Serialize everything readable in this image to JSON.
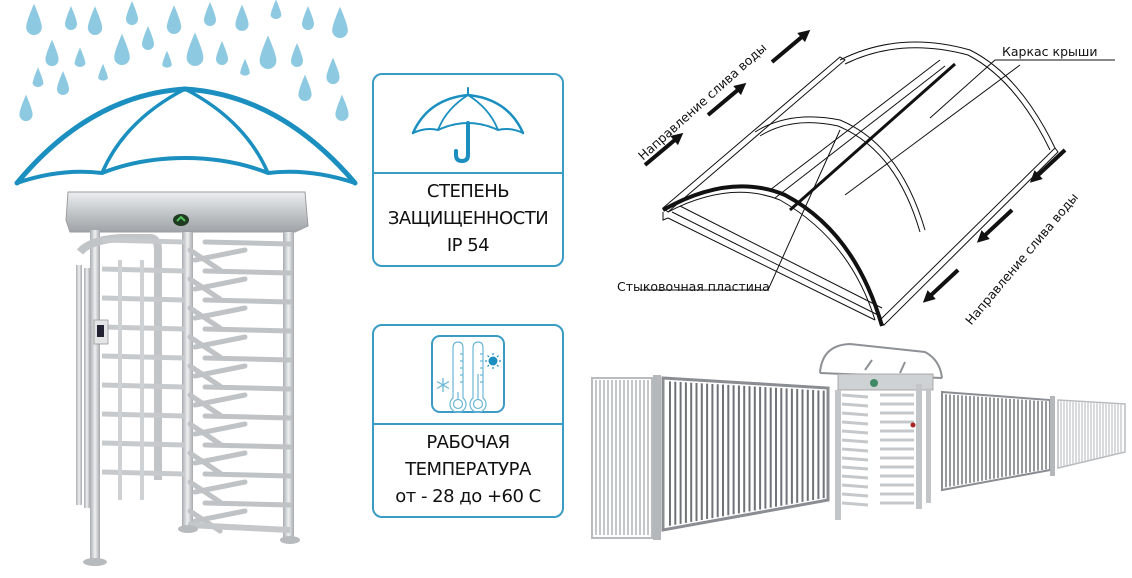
{
  "colors": {
    "accent_blue": "#1a8fc0",
    "card_border": "#3a9cc4",
    "rain_drop": "#8ec9e2",
    "steel": "#c9cccf",
    "line": "#111111"
  },
  "rain_umbrella_illustration": {
    "icon": "umbrella-icon",
    "drops_icon": "raindrop-icon"
  },
  "turnstile_photo": {
    "description": "full-height turnstile",
    "indicator_icon": "green-arrow-indicator-icon"
  },
  "cards": {
    "protection": {
      "icon": "umbrella-icon",
      "lines": [
        "СТЕПЕНЬ",
        "ЗАЩИЩЕННОСТИ",
        "IP 54"
      ]
    },
    "temperature": {
      "icon": "thermometers-icon",
      "sub_icons": [
        "snowflake-icon",
        "sun-icon"
      ],
      "lines": [
        "РАБОЧАЯ",
        "ТЕМПЕРАТУРА",
        "от - 28 до +60  С"
      ]
    }
  },
  "roof_diagram": {
    "labels": {
      "frame": "Каркас крыши",
      "joint_plate": "Стыковочная пластина",
      "drain_direction_left": "Направление слива воды",
      "drain_direction_right": "Направление слива воды"
    }
  },
  "fence_illustration": {
    "description": "fence with gate and roofed turnstile"
  }
}
